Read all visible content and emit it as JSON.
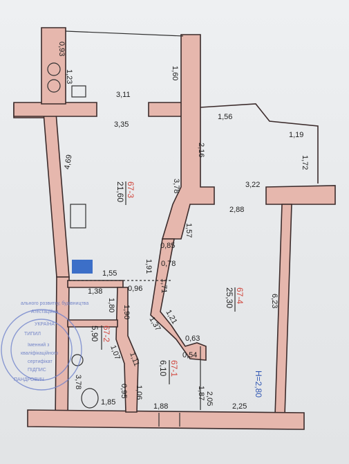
{
  "plan": {
    "height_label": "H=2,80",
    "dimensions": [
      "0,93",
      "1,23",
      "1,60",
      "3,11",
      "3,35",
      "4,69",
      "1,56",
      "1,19",
      "1,72",
      "2,16",
      "3,22",
      "3,78",
      "2,88",
      "1,57",
      "0,85",
      "0,78",
      "1,91",
      "1,55",
      "0,96",
      "1,71",
      "1,38",
      "1,80",
      "1,90",
      "6,23",
      "1,21",
      "1,37",
      "0,63",
      "0,54",
      "1,07",
      "1,11",
      "3,78",
      "0,95",
      "1,06",
      "1,85",
      "1,88",
      "1,87",
      "2,05",
      "2,25"
    ],
    "rooms": [
      {
        "number": "67-3",
        "area": "21,60"
      },
      {
        "number": "67-4",
        "area": "25,30"
      },
      {
        "number": "67-2",
        "area": "5,90"
      },
      {
        "number": "67-1",
        "area": "6,10"
      }
    ]
  },
  "stamp": {
    "text_lines": [
      "ального розвитку, будівництва",
      "Атестаційна",
      "УКРАЇНА",
      "ТИПИЛ",
      "ПАНДРОВИЧ",
      "Іменний з",
      "кваліфікаційного",
      "сертифікат",
      "ПІДПИС"
    ]
  }
}
